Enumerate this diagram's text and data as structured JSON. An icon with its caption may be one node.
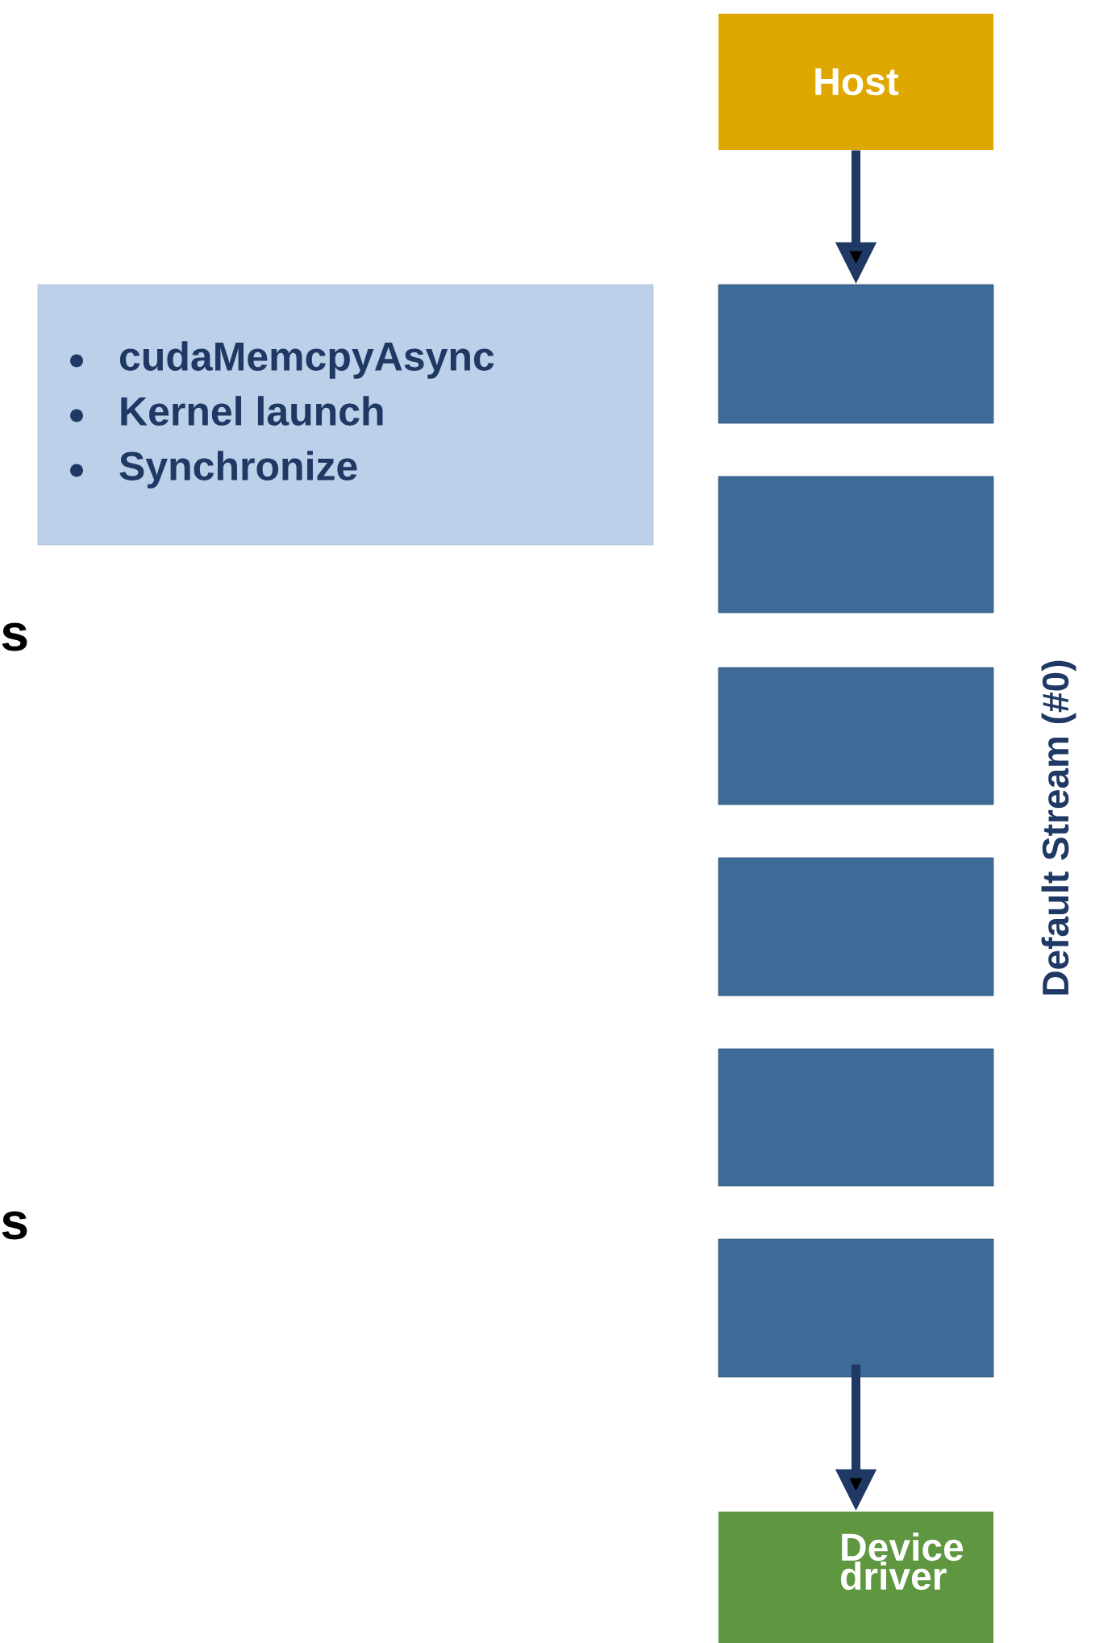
{
  "diagram": {
    "nodes": [
      {
        "text": [
          "Host"
        ]
      },
      {
        "text": [
          "cudaMemcpyAsync",
          "Kernel launch",
          "Synchronize"
        ]
      },
      {
        "text": [],
        "shape": "box"
      },
      {
        "text": [],
        "shape": "box"
      },
      {
        "text": [],
        "shape": "box"
      },
      {
        "text": [],
        "shape": "box"
      },
      {
        "text": [],
        "shape": "box"
      },
      {
        "text": [],
        "shape": "box"
      },
      {
        "text": [
          "Device driver"
        ]
      }
    ],
    "edges": [
      {
        "from": 0,
        "to": 2,
        "arrow": "to"
      },
      {
        "from": 7,
        "to": 8,
        "arrow": "to"
      }
    ],
    "labels": [
      "Default Stream (#0)",
      "s",
      "s"
    ]
  }
}
